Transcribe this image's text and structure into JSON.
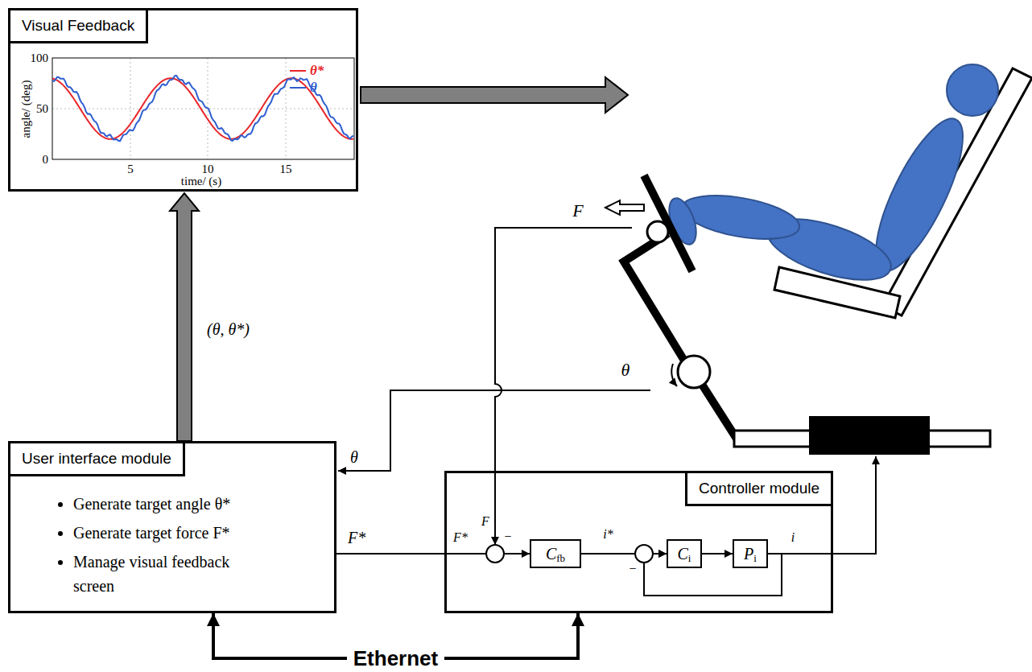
{
  "diagram": {
    "nodes": [
      {
        "text": [
          "Visual Feedback"
        ]
      },
      {
        "text": [
          "User interface module",
          "Generate target angle θ*",
          "Generate target force F*",
          "Manage visual feedback screen"
        ]
      },
      {
        "text": [
          "Controller module"
        ]
      },
      {
        "text": [
          "C",
          "fb"
        ],
        "in": 2
      },
      {
        "text": [
          "C",
          "i"
        ],
        "in": 2
      },
      {
        "text": [
          "P",
          "i"
        ],
        "in": 2
      }
    ],
    "edges": [
      {
        "from": 1,
        "to": 0,
        "arrow": "to",
        "label": "(θ, θ*)"
      },
      {
        "from": 1,
        "to": 3,
        "arrow": "to",
        "label": "F*"
      },
      {
        "from": 3,
        "to": 4,
        "arrow": "to",
        "label": "i*"
      },
      {
        "from": 4,
        "to": 5,
        "arrow": "to"
      },
      {
        "from": 5,
        "to": 4,
        "arrow": "to"
      },
      {
        "from": 1,
        "to": 2,
        "arrow": "both",
        "label": "Ethernet"
      }
    ],
    "labels": [
      "100",
      "50",
      "0",
      "5",
      "10",
      "15",
      "angle/ (deg)",
      "time/ (s)",
      "F",
      "θ",
      "θ",
      "F*",
      "F",
      "−",
      "−",
      "i"
    ],
    "legend": [
      {
        "text": "θ*"
      },
      {
        "text": "θ"
      }
    ]
  }
}
